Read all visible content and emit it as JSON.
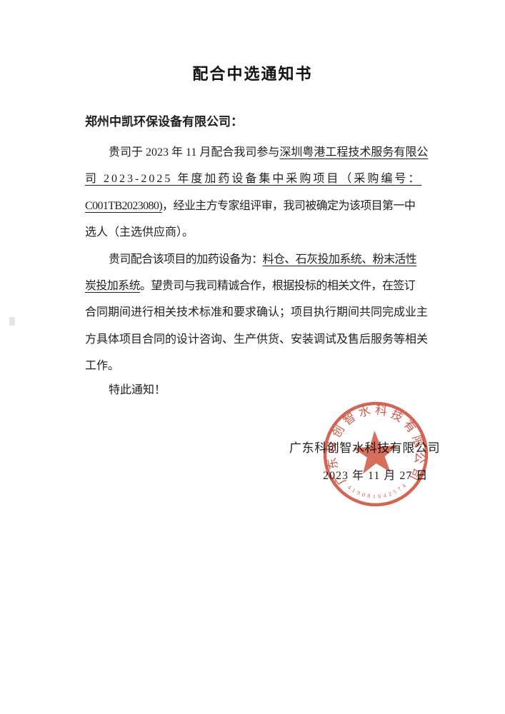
{
  "document": {
    "title": "配合中选通知书",
    "addressee": "郑州中凯环保设备有限公司：",
    "p1": {
      "l1_normal": "贵司于 2023 年 11 月配合我司参与",
      "l1_underline": "深圳粤港工程技术服务有限公",
      "l2_underline": "司 2023-2025 年度加药设备集中采购项目（采购编号：",
      "l3_underline": "C001TB2023080)",
      "l3_normal": "，经业主方专家组评审，我司被确定为该项目第一中",
      "l4": "选人（主选供应商）。",
      "full_text": "贵司于 2023 年 11 月配合我司参与深圳粤港工程技术服务有限公司 2023-2025 年度加药设备集中采购项目（采购编号：C001TB2023080)，经业主方专家组评审，我司被确定为该项目第一中选人（主选供应商）。"
    },
    "p2": {
      "l1_normal": "贵司配合该项目的加药设备为：",
      "l1_underline": "料仓、石灰投加系统、粉末活性",
      "l2_underline": "炭投加系统",
      "l2_normal": "。望贵司与我司精诚合作，根据投标的相关文件，在签订",
      "l3": "合同期间进行相关技术标准和要求确认；项目执行期间共同完成业主",
      "l4": "方具体项目合同的设计咨询、生产供货、安装调试及售后服务等相关",
      "l5": "工作。",
      "full_text": "贵司配合该项目的加药设备为：料仓、石灰投加系统、粉末活性炭投加系统。望贵司与我司精诚合作，根据投标的相关文件，在签订合同期间进行相关技术标准和要求确认；项目执行期间共同完成业主方具体项目合同的设计咨询、生产供货、安装调试及售后服务等相关工作。"
    },
    "closing": "特此通知！",
    "signature": {
      "company": "广东科创智水科技有限公司",
      "date": "2023 年 11 月 27 日"
    }
  },
  "seal": {
    "arc_text": "广东科创智水科技有限公司",
    "serial": "419081642574",
    "color": "#c93a25"
  }
}
